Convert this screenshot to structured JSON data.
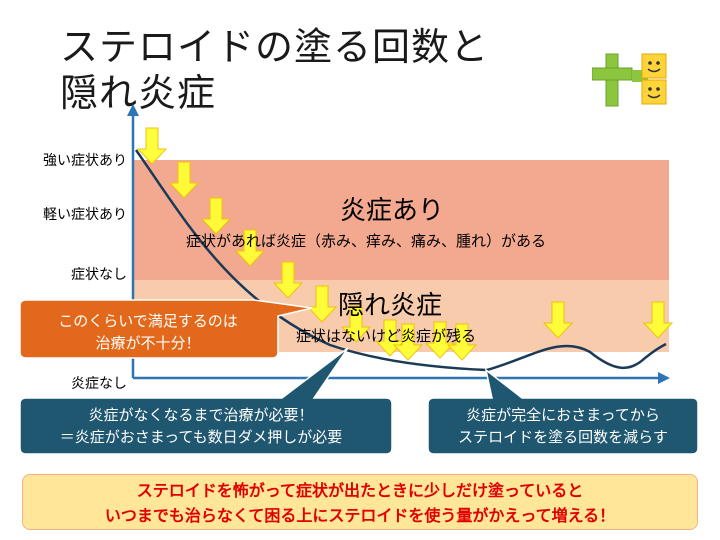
{
  "title": {
    "line1": "ステロイドの塗る回数と",
    "line2": "隠れ炎症"
  },
  "y_axis_labels": [
    "強い症状あり",
    "軽い症状あり",
    "症状なし",
    "炎症なし"
  ],
  "bands": {
    "inflammation": {
      "title": "炎症あり",
      "desc": "症状があれば炎症（赤み、痒み、痛み、腫れ）がある",
      "color": "#f3a98f"
    },
    "hidden": {
      "title": "隠れ炎症",
      "desc": "症状はないけど炎症が残る",
      "color": "#f8cbad"
    }
  },
  "callouts": {
    "orange": {
      "line1": "このくらいで満足するのは",
      "line2": "治療が不十分！",
      "color": "#e2691b"
    },
    "blue_left": {
      "line1": "炎症がなくなるまで治療が必要！",
      "line2": "＝炎症がおさまっても数日ダメ押しが必要",
      "color": "#1f5670"
    },
    "blue_right": {
      "line1": "炎症が完全におさまってから",
      "line2": "ステロイドを塗る回数を減らす",
      "color": "#1f5670"
    }
  },
  "bottom_note": {
    "line1": "ステロイドを怖がって症状が出たときに少しだけ塗っていると",
    "line2": "いつまでも治らなくて困る上にステロイドを使う量がかえって増える！"
  },
  "icons": {
    "application_arrow": "down-arrow-icon",
    "logo": "cross-smiley-logo"
  },
  "colors": {
    "arrow_fill": "#ffff33",
    "arrow_stroke": "#f0c000",
    "curve": "#1b3a57",
    "axis": "#2e75b6"
  }
}
